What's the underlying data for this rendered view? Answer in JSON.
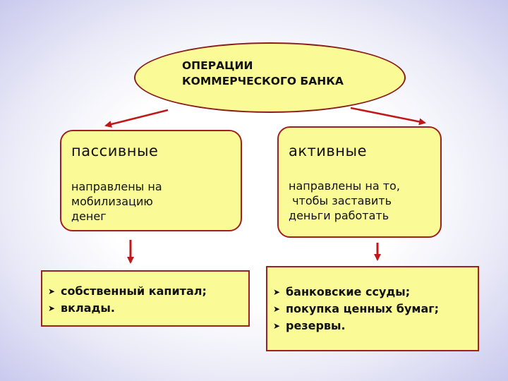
{
  "title": {
    "line1": "ОПЕРАЦИИ",
    "line2": "КОММЕРЧЕСКОГО БАНКА"
  },
  "passive": {
    "title": "пассивные",
    "description": "направлены на\nмобилизацию\nденег",
    "items": [
      "собственный капитал;",
      "вклады."
    ]
  },
  "active": {
    "title": "активные",
    "description": "направлены на то,\n чтобы заставить\nденьги работать",
    "items": [
      "банковские ссуды;",
      "покупка ценных бумаг;",
      "резервы."
    ]
  },
  "bullet_icon": "arrowhead-bullet-icon",
  "colors": {
    "box_fill": "#fafa96",
    "border": "#a02020",
    "arrow": "#c01818"
  }
}
